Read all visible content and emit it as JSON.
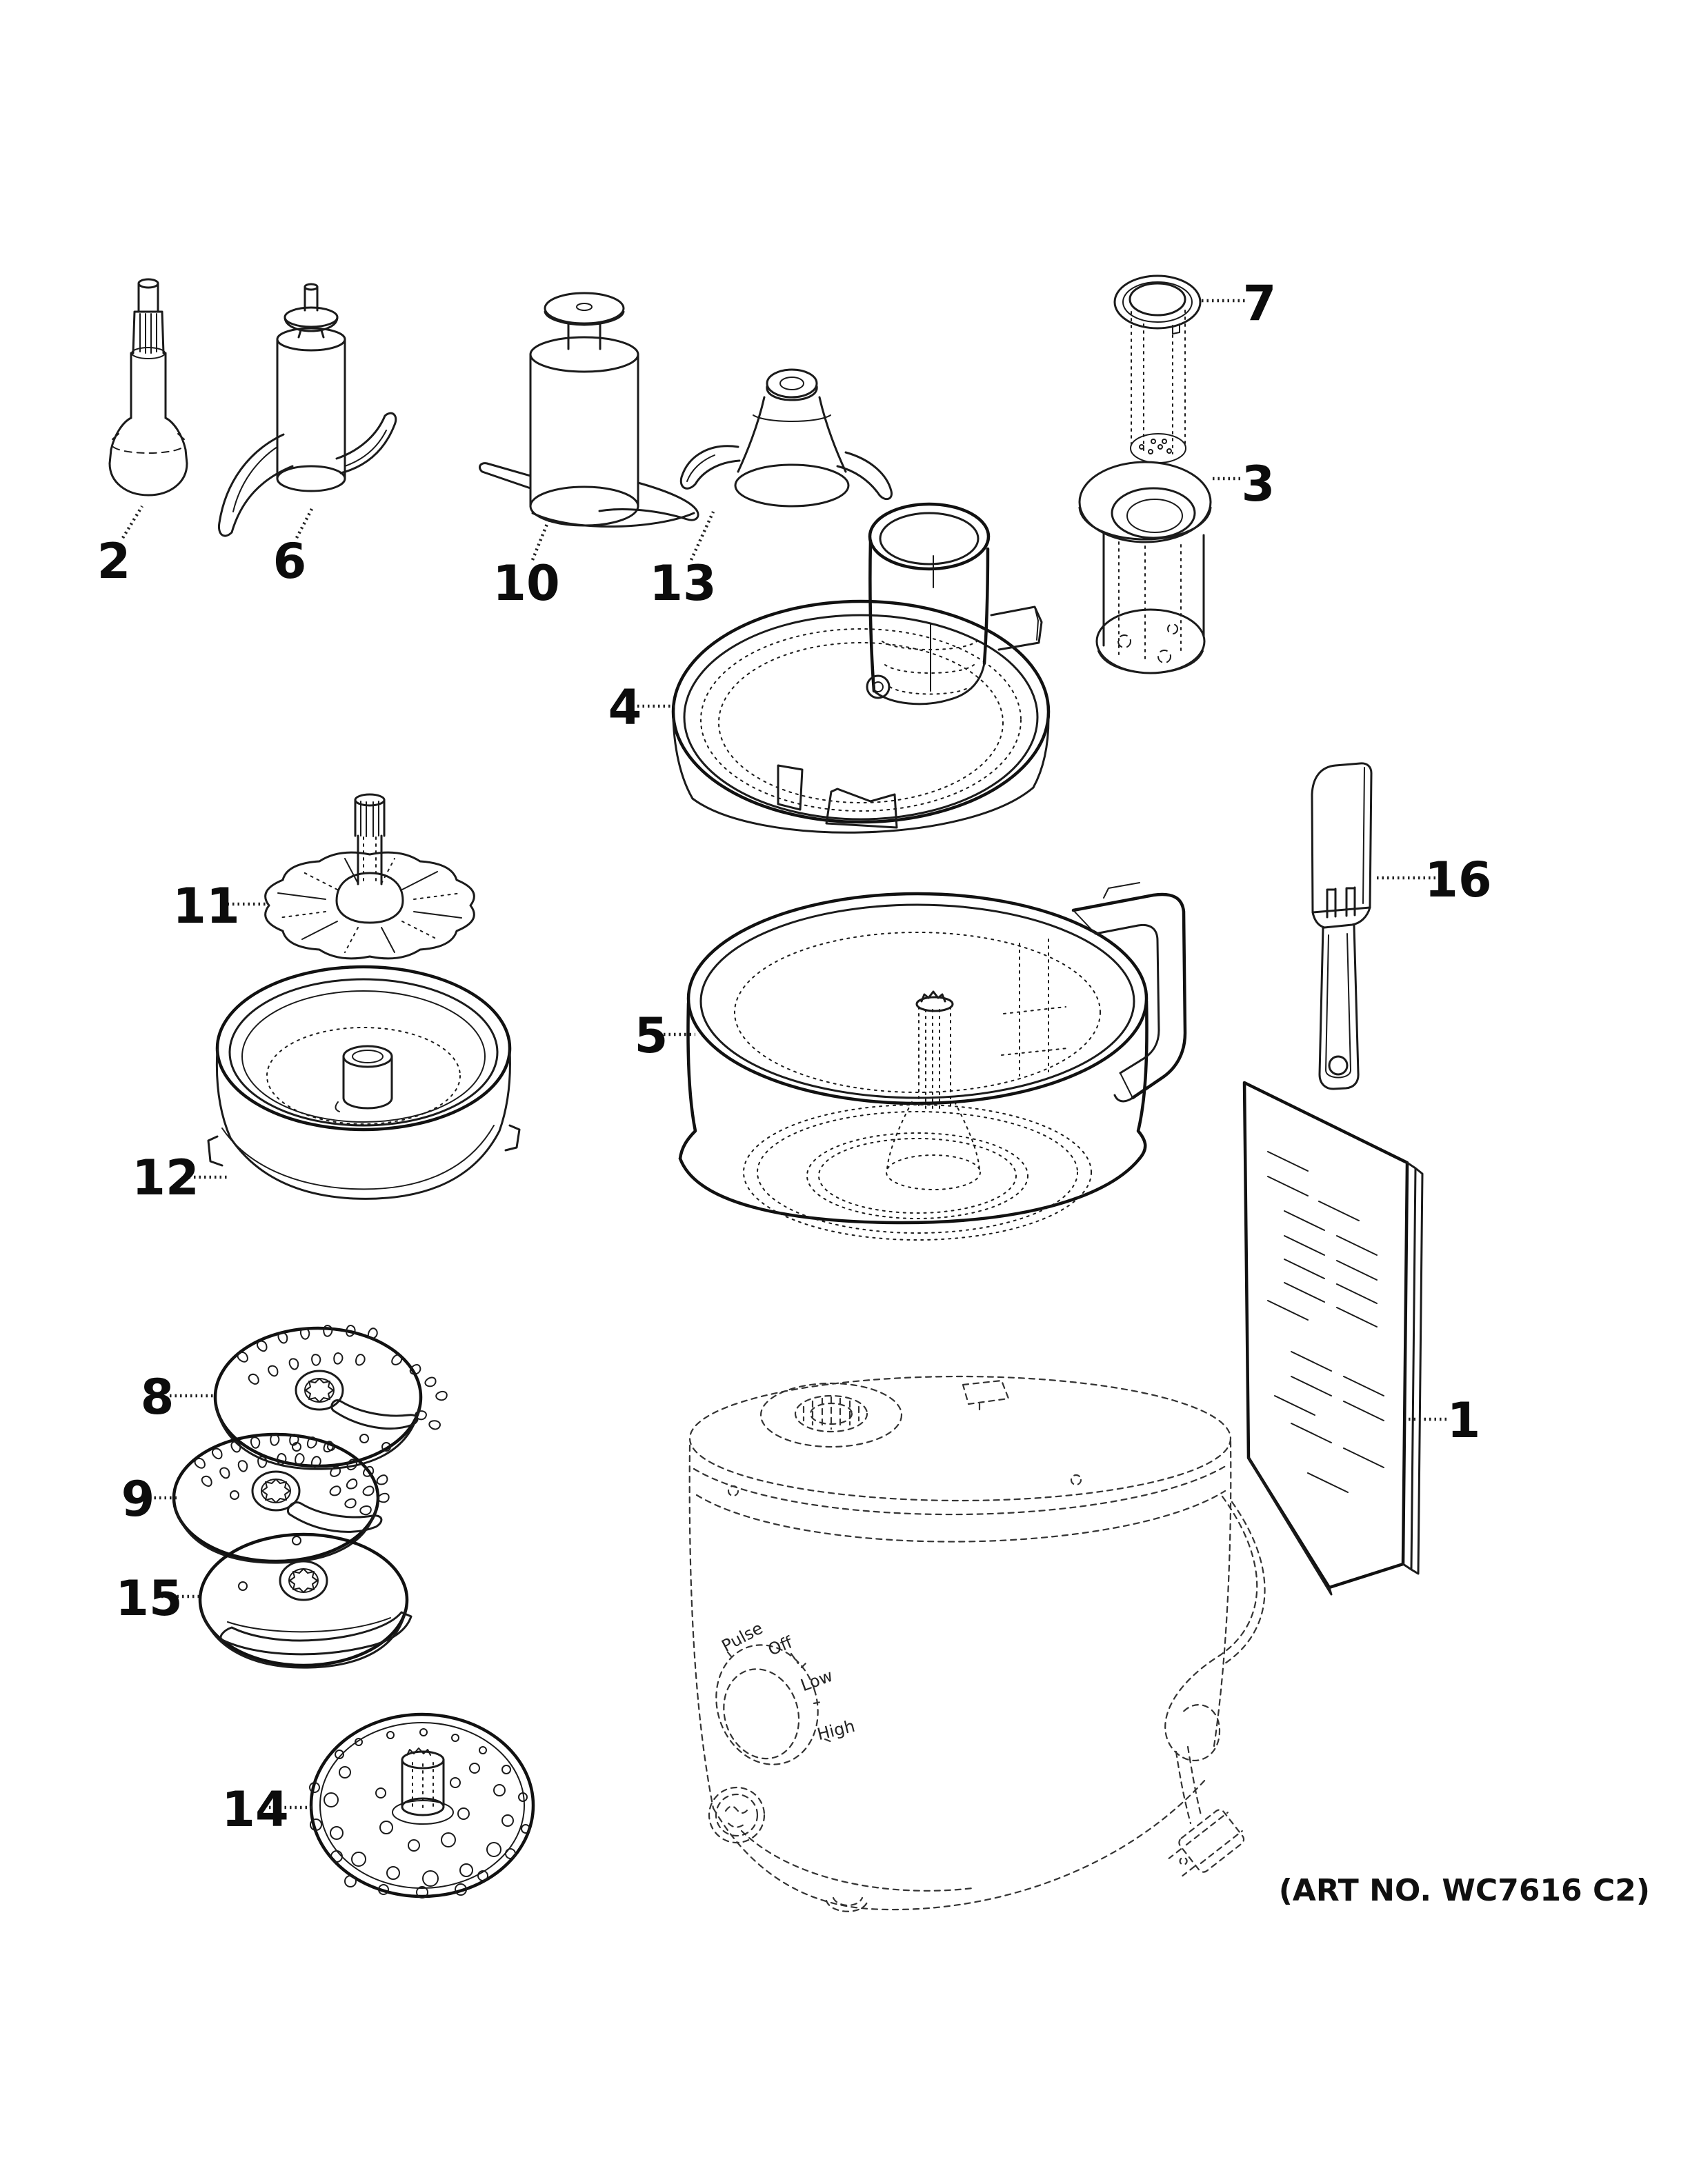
{
  "art_number": "(ART NO. WC7616 C2)",
  "knob_labels": [
    "Pulse",
    "Off",
    "Low",
    "High"
  ],
  "callouts": [
    {
      "num": "1",
      "label": [
        2122,
        2060
      ],
      "line": [
        2042,
        2058,
        2098,
        2058
      ]
    },
    {
      "num": "2",
      "label": [
        165,
        814
      ],
      "line": [
        178,
        780,
        206,
        734
      ]
    },
    {
      "num": "3",
      "label": [
        1824,
        702
      ],
      "line": [
        1758,
        694,
        1800,
        694
      ]
    },
    {
      "num": "4",
      "label": [
        906,
        1026
      ],
      "line": [
        924,
        1024,
        978,
        1024
      ]
    },
    {
      "num": "5",
      "label": [
        944,
        1502
      ],
      "line": [
        962,
        1500,
        1008,
        1500
      ]
    },
    {
      "num": "6",
      "label": [
        420,
        814
      ],
      "line": [
        430,
        780,
        452,
        738
      ]
    },
    {
      "num": "7",
      "label": [
        1826,
        440
      ],
      "line": [
        1742,
        436,
        1806,
        436
      ]
    },
    {
      "num": "8",
      "label": [
        228,
        2026
      ],
      "line": [
        246,
        2024,
        310,
        2024
      ]
    },
    {
      "num": "9",
      "label": [
        200,
        2174
      ],
      "line": [
        216,
        2172,
        256,
        2172
      ]
    },
    {
      "num": "10",
      "label": [
        763,
        846
      ],
      "line": [
        772,
        812,
        797,
        750
      ]
    },
    {
      "num": "11",
      "label": [
        299,
        1314
      ],
      "line": [
        322,
        1311,
        386,
        1311
      ]
    },
    {
      "num": "12",
      "label": [
        240,
        1708
      ],
      "line": [
        266,
        1707,
        330,
        1707
      ]
    },
    {
      "num": "13",
      "label": [
        990,
        846
      ],
      "line": [
        1002,
        812,
        1034,
        742
      ]
    },
    {
      "num": "14",
      "label": [
        370,
        2624
      ],
      "line": [
        390,
        2621,
        452,
        2621
      ]
    },
    {
      "num": "15",
      "label": [
        216,
        2318
      ],
      "line": [
        234,
        2315,
        292,
        2315
      ]
    },
    {
      "num": "16",
      "label": [
        2114,
        1276
      ],
      "line": [
        1996,
        1273,
        2086,
        1273
      ]
    }
  ]
}
